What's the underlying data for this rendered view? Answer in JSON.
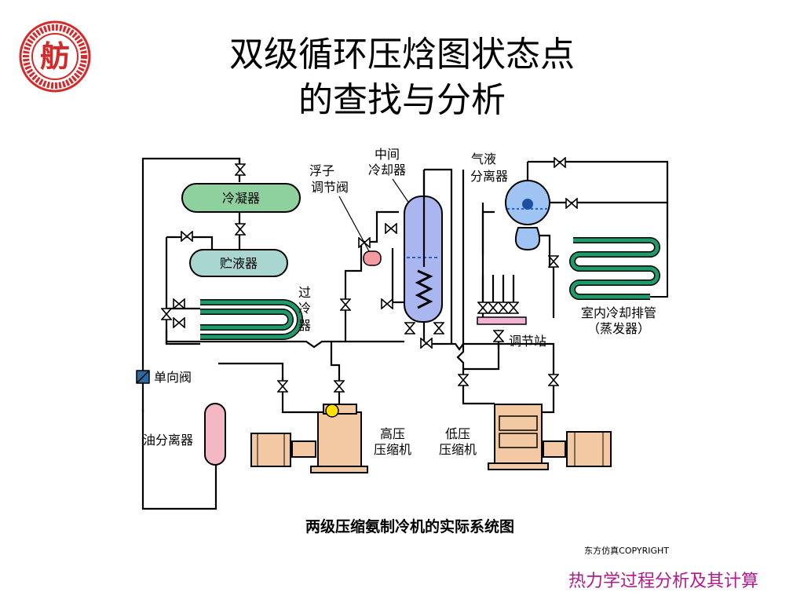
{
  "slide": {
    "title_line1": "双级循环压焓图状态点",
    "title_line2": "的查找与分析",
    "footer": "热力学过程分析及其计算"
  },
  "logo": {
    "glyph": "舫",
    "color": "#d42a2a"
  },
  "diagram": {
    "labels": {
      "condenser": "冷凝器",
      "receiver": "贮液器",
      "subcooler": [
        "过",
        "冷",
        "器"
      ],
      "float_valve": [
        "浮子",
        "调节阀"
      ],
      "intercooler": [
        "中间",
        "冷却器"
      ],
      "separator": [
        "气液",
        "分离器"
      ],
      "evaporator": [
        "室内冷却排管",
        "（蒸发器）"
      ],
      "station": "调节站",
      "check_valve": "单向阀",
      "oil_separator": "油分离器",
      "high_compressor": [
        "高压",
        "压缩机"
      ],
      "low_compressor": [
        "低压",
        "压缩机"
      ]
    },
    "caption": "两级压缩氨制冷机的实际系统图",
    "copyright": "东方仿真COPYRIGHT",
    "colors": {
      "pipe": "#000000",
      "vessel_green": "#8fd19e",
      "vessel_teal": "#a9d6d0",
      "coil": "#1e9a6b",
      "intercooler": "#aab6f0",
      "separator": "#9fc3f3",
      "machine": "#f3c9a3",
      "station_bar": "#f2b3d3"
    }
  }
}
